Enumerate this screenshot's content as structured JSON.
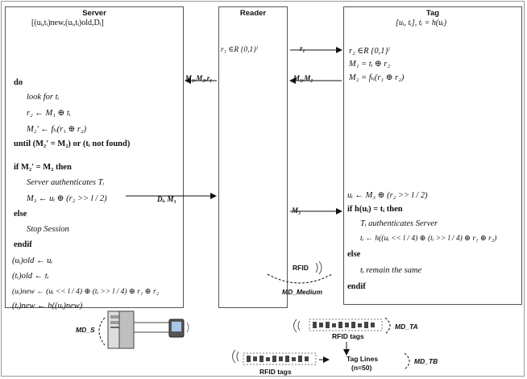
{
  "server": {
    "title": "Server",
    "header": "[(uᵢ,tᵢ)new,(uᵢ,tᵢ)old,Dᵢ]",
    "lines": {
      "do": "do",
      "look_for": "look for tᵢ",
      "r2": "r₂ ← M₁ ⊕ tᵢ",
      "m2": "M₂′ ← fₜᵢ(r₁ ⊕ r₂)",
      "until": "until (M₂′ = M₂) or (tᵢ not found)",
      "if": "if M₂′ = M₂ then",
      "auth": "Server authenticates Tᵢ",
      "m3": "M₃ ← uᵢ ⊕ (r₂ >> l / 2)",
      "else": "else",
      "stop": "Stop Session",
      "endif": "endif",
      "uold": "(uᵢ)old ← uᵢ",
      "told": "(tᵢ)old ← tᵢ",
      "unew": "(uᵢ)new ← (uᵢ << l / 4) ⊕ (tᵢ >> l / 4) ⊕ r₁ ⊕ r₂",
      "tnew": "(tᵢ)new ← h((uᵢ)new)"
    }
  },
  "reader": {
    "title": "Reader",
    "r1": "r₁ ∈R {0,1}ˡ"
  },
  "tag": {
    "title": "Tag",
    "header": "[uᵢ, tᵢ], tᵢ = h(uᵢ)",
    "lines": {
      "r2": "r₂ ∈R {0,1}ˡ",
      "m1": "M₁ = tᵢ ⊕ r₂",
      "m2": "M₂ = fₜᵢ(r₁ ⊕ r₂)",
      "ui": "uᵢ ← M₃ ⊕ (r₂ >> l / 2)",
      "if": "if h(uᵢ) = tᵢ then",
      "auth": "Tᵢ authenticates Server",
      "tupd": "tᵢ ← h((uᵢ << l / 4) ⊕ (tᵢ >> l / 4) ⊕ r₁ ⊕ r₂)",
      "else": "else",
      "same": "tᵢ remain the same",
      "endif": "endif"
    }
  },
  "messages": {
    "r1": "r₁",
    "m1m2r1": "M₁,M₂,r₁",
    "m1m2": "M₁,M₂",
    "dim3": "Dᵢ, M₃",
    "m3": "M₃"
  },
  "labels": {
    "rfid": "RFID",
    "md_medium": "MD_Medium",
    "md_s": "MD_S",
    "md_ta": "MD_TA",
    "md_tb": "MD_TB",
    "rfid_tags_1": "RFID tags",
    "rfid_tags_2": "RFID tags",
    "tag_lines": "Tag Lines",
    "tag_count": "(n=50)"
  }
}
